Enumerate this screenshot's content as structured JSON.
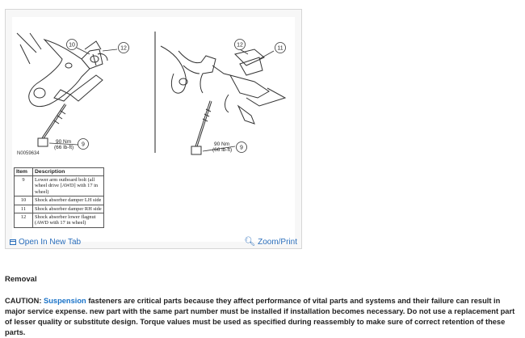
{
  "figure": {
    "figure_id": "N0059634",
    "callouts_left": [
      "10",
      "12",
      "9"
    ],
    "callouts_right": [
      "12",
      "11",
      "9"
    ],
    "torque_left": [
      "90 Nm",
      "(66 lb-ft)"
    ],
    "torque_right": [
      "90 Nm",
      "(66 lb-ft)"
    ],
    "legend": {
      "headers": [
        "Item",
        "Description"
      ],
      "rows": [
        [
          "9",
          "Lower arm outboard bolt (all wheel drive [AWD] with 17 in wheel)"
        ],
        [
          "10",
          "Shock absorber damper LH side"
        ],
        [
          "11",
          "Shock absorber damper RH side"
        ],
        [
          "12",
          "Shock absorber lower flagnut (AWD with 17 in wheel)"
        ]
      ]
    },
    "open_tab_label": "Open In New Tab",
    "zoom_label": "Zoom/Print",
    "icons": {
      "open_tab": "new-tab-icon",
      "zoom": "magnifier-icon"
    },
    "link_color": "#2a6ebb"
  },
  "section": {
    "heading": "Removal",
    "caution_prefix": "CAUTION: ",
    "caution_term": "Suspension",
    "caution_rest": " fasteners are critical parts because they affect performance of vital parts and systems and their failure can result in major service expense. new part with the same part number must be installed if installation becomes necessary. Do not use a replacement part of lesser quality or substitute design. Torque values must be used as specified during reassembly to make sure of correct retention of these parts."
  }
}
